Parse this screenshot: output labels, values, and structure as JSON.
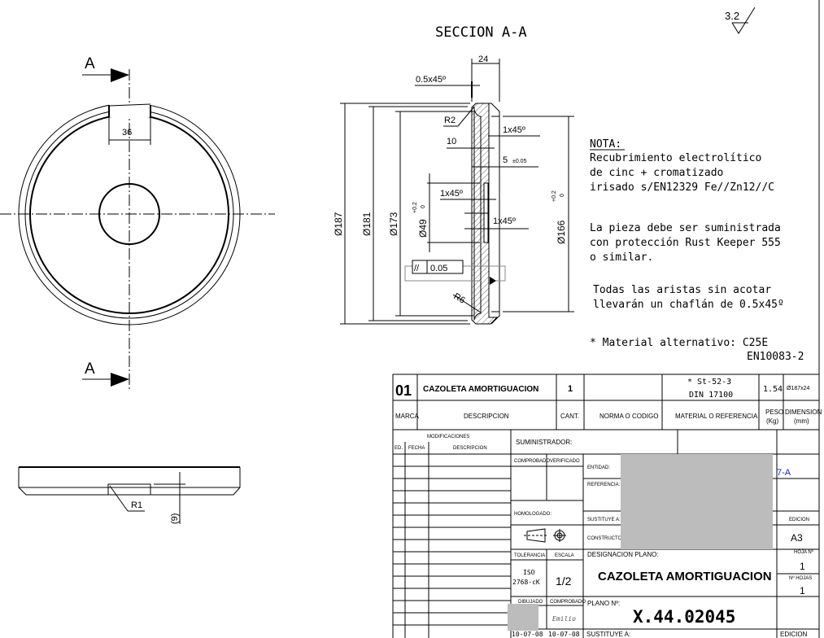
{
  "section_title": "SECCION A-A",
  "surface_finish": "3.2",
  "section_marks": [
    "A",
    "A"
  ],
  "front_view": {
    "slot_width": "36"
  },
  "side_view": {
    "radius": "R1",
    "height": "(9)"
  },
  "section_dims": {
    "width": "24",
    "chamfer_top": "0.5x45º",
    "r2": "R2",
    "chamfer_1": "1x45º",
    "dim_10": "10",
    "dim_5": "5",
    "dim_5_tol": "±0.05",
    "chamfer_2": "1x45º",
    "chamfer_3": "1x45º",
    "d187": "Ø187",
    "d181": "Ø181",
    "d173": "Ø173",
    "d49": "Ø49",
    "d49_tol_upper": "+0.2",
    "d49_tol_lower": "0",
    "d166": "Ø166",
    "d166_tol_upper": "+0.2",
    "d166_tol_lower": "0",
    "parallel_symbol": "//",
    "parallel_tol": "0.05",
    "r6": "R6"
  },
  "notes": {
    "heading": "NOTA:",
    "lines1": [
      "Recubrimiento electrolítico",
      "de cinc + cromatizado",
      "irisado s/EN12329 Fe//Zn12//C"
    ],
    "lines2": [
      "La pieza debe ser suministrada",
      "con protección Rust Keeper 555",
      "o similar."
    ],
    "lines3": [
      "Todas las aristas sin acotar",
      "llevarán un chaflán de 0.5x45º"
    ],
    "lines4": [
      "* Material alternativo: C25E",
      "EN10083-2"
    ]
  },
  "title_block": {
    "marca": "01",
    "descripcion": "CAZOLETA AMORTIGUACION",
    "cantidad": "1",
    "material_1": "* St-52-3",
    "material_2": "DIN 17100",
    "peso": "1.54",
    "dimension": "Ø187x24",
    "h_marca": "MARCA",
    "h_descripcion": "DESCRIPCION",
    "h_cant": "CANT.",
    "h_norma": "NORMA O CODIGO",
    "h_material": "MATERIAL O REFERENCIA",
    "h_peso_1": "PESO",
    "h_peso_2": "(Kg)",
    "h_dim_1": "DIMENSION",
    "h_dim_2": "(mm)",
    "modificaciones": "MODIFICACIONES",
    "h_ed": "ED.",
    "h_fecha": "FECHA",
    "h_mod_desc": "DESCRIPCION",
    "suministrador": "SUMINISTRADOR:",
    "comprobado": "COMPROBADO",
    "verificado": "VERIFICADO",
    "entidad": "ENTIDAD:",
    "entidad_suffix": "7-A",
    "referencia": "REFERENCIA:",
    "homologado": "HOMOLOGADO:",
    "sustituye": "SUSTITUYE A:",
    "constructor": "CONSTRUCTOR",
    "edicion": "EDICION",
    "formato": "A3",
    "tolerancia": "TOLERANCIA",
    "escala": "ESCALA",
    "tol_value_1": "ISO",
    "tol_value_2": "2768-cK",
    "escala_value": "1/2",
    "designacion_label": "DESIGNACION PLANO:",
    "designacion": "CAZOLETA AMORTIGUACION",
    "hoja_label": "HOJA Nº",
    "hoja": "1",
    "n_hojas_label": "Nº HOJAS",
    "n_hojas": "1",
    "dibujado": "DIBUJADO",
    "comprobado2": "COMPROBADO",
    "comprobado_name": "Emilio",
    "plano_label": "PLANO Nº:",
    "plano": "X.44.02045",
    "fecha_dibujado": "10-07-08",
    "fecha_comprobado": "10-07-08",
    "sustituye2": "SUSTITUYE A:",
    "edicion2": "EDICION"
  }
}
